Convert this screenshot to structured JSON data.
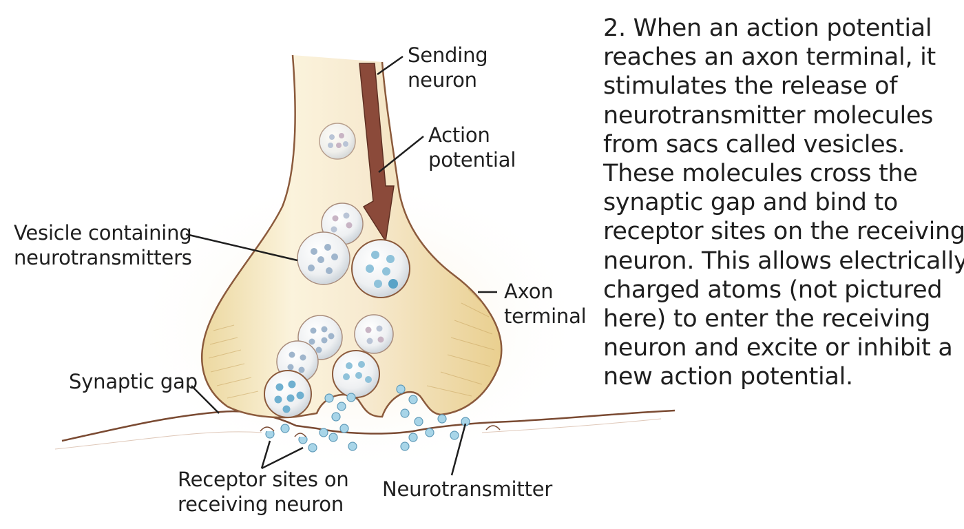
{
  "labels": {
    "sending_neuron": [
      "Sending",
      "neuron"
    ],
    "action_potential": [
      "Action",
      "potential"
    ],
    "vesicle": [
      "Vesicle containing",
      "neurotransmitters"
    ],
    "axon_terminal": [
      "Axon",
      "terminal"
    ],
    "synaptic_gap": [
      "Synaptic gap"
    ],
    "receptor_sites": [
      "Receptor sites on",
      "receiving neuron"
    ],
    "neurotransmitter": [
      "Neurotransmitter"
    ]
  },
  "description": {
    "lines": [
      "2. When an action potential",
      "reaches an axon terminal, it",
      "stimulates the release of",
      "neurotransmitter molecules",
      "from sacs called vesicles.",
      "These molecules cross the",
      "synaptic gap and bind to",
      "receptor sites on the receiving",
      "neuron. This allows electrically",
      "charged atoms (not pictured",
      "here) to enter the receiving",
      "neuron and excite or inhibit a",
      "new action potential."
    ]
  },
  "colors": {
    "neuron_fill": "#f6e7bf",
    "neuron_outline": "#8b5a3c",
    "arrow": "#8b4a3a",
    "vesicle_dot": "#7fb3d1",
    "membrane": "#7a4a32"
  }
}
